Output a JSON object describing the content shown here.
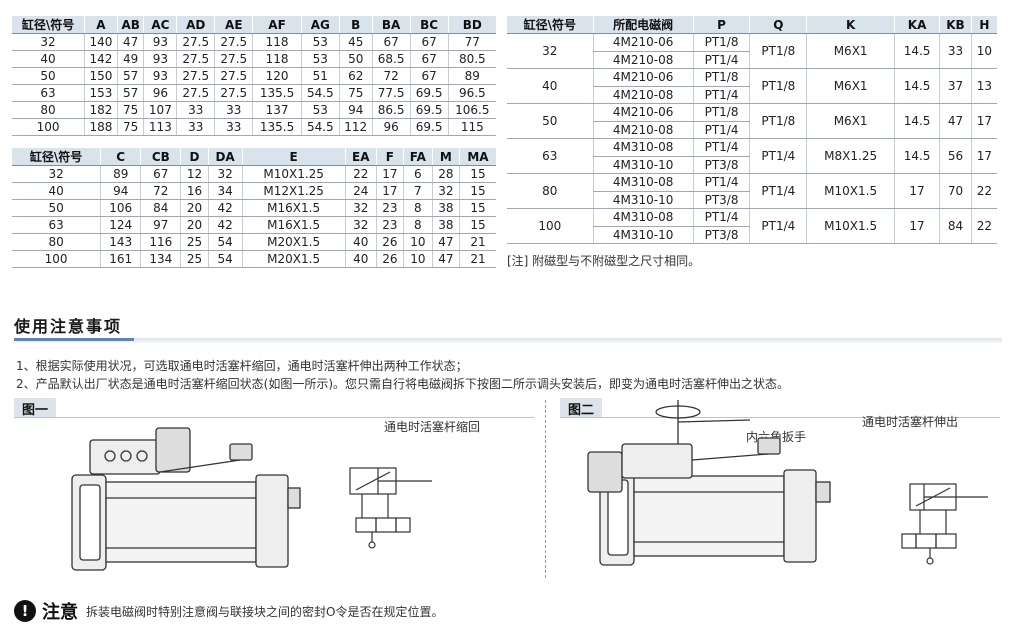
{
  "table1": {
    "headers": [
      "缸径\\符号",
      "A",
      "AB",
      "AC",
      "AD",
      "AE",
      "AF",
      "AG",
      "B",
      "BA",
      "BC",
      "BD"
    ],
    "rows": [
      [
        "32",
        "140",
        "47",
        "93",
        "27.5",
        "27.5",
        "118",
        "53",
        "45",
        "67",
        "67",
        "77"
      ],
      [
        "40",
        "142",
        "49",
        "93",
        "27.5",
        "27.5",
        "118",
        "53",
        "50",
        "68.5",
        "67",
        "80.5"
      ],
      [
        "50",
        "150",
        "57",
        "93",
        "27.5",
        "27.5",
        "120",
        "51",
        "62",
        "72",
        "67",
        "89"
      ],
      [
        "63",
        "153",
        "57",
        "96",
        "27.5",
        "27.5",
        "135.5",
        "54.5",
        "75",
        "77.5",
        "69.5",
        "96.5"
      ],
      [
        "80",
        "182",
        "75",
        "107",
        "33",
        "33",
        "137",
        "53",
        "94",
        "86.5",
        "69.5",
        "106.5"
      ],
      [
        "100",
        "188",
        "75",
        "113",
        "33",
        "33",
        "135.5",
        "54.5",
        "112",
        "96",
        "69.5",
        "115"
      ]
    ]
  },
  "table2": {
    "headers": [
      "缸径\\符号",
      "C",
      "CB",
      "D",
      "DA",
      "E",
      "EA",
      "F",
      "FA",
      "M",
      "MA"
    ],
    "rows": [
      [
        "32",
        "89",
        "67",
        "12",
        "32",
        "M10X1.25",
        "22",
        "17",
        "6",
        "28",
        "15"
      ],
      [
        "40",
        "94",
        "72",
        "16",
        "34",
        "M12X1.25",
        "24",
        "17",
        "7",
        "32",
        "15"
      ],
      [
        "50",
        "106",
        "84",
        "20",
        "42",
        "M16X1.5",
        "32",
        "23",
        "8",
        "38",
        "15"
      ],
      [
        "63",
        "124",
        "97",
        "20",
        "42",
        "M16X1.5",
        "32",
        "23",
        "8",
        "38",
        "15"
      ],
      [
        "80",
        "143",
        "116",
        "25",
        "54",
        "M20X1.5",
        "40",
        "26",
        "10",
        "47",
        "21"
      ],
      [
        "100",
        "161",
        "134",
        "25",
        "54",
        "M20X1.5",
        "40",
        "26",
        "10",
        "47",
        "21"
      ]
    ]
  },
  "table3": {
    "headers": [
      "缸径\\符号",
      "所配电磁阀",
      "P",
      "Q",
      "K",
      "KA",
      "KB",
      "H"
    ],
    "groups": [
      {
        "bore": "32",
        "valves": [
          "4M210-06",
          "4M210-08"
        ],
        "p": [
          "PT1/8",
          "PT1/4"
        ],
        "q": "PT1/8",
        "k": "M6X1",
        "ka": "14.5",
        "kb": "33",
        "h": "10"
      },
      {
        "bore": "40",
        "valves": [
          "4M210-06",
          "4M210-08"
        ],
        "p": [
          "PT1/8",
          "PT1/4"
        ],
        "q": "PT1/8",
        "k": "M6X1",
        "ka": "14.5",
        "kb": "37",
        "h": "13"
      },
      {
        "bore": "50",
        "valves": [
          "4M210-06",
          "4M210-08"
        ],
        "p": [
          "PT1/8",
          "PT1/4"
        ],
        "q": "PT1/8",
        "k": "M6X1",
        "ka": "14.5",
        "kb": "47",
        "h": "17"
      },
      {
        "bore": "63",
        "valves": [
          "4M310-08",
          "4M310-10"
        ],
        "p": [
          "PT1/4",
          "PT3/8"
        ],
        "q": "PT1/4",
        "k": "M8X1.25",
        "ka": "14.5",
        "kb": "56",
        "h": "17"
      },
      {
        "bore": "80",
        "valves": [
          "4M310-08",
          "4M310-10"
        ],
        "p": [
          "PT1/4",
          "PT3/8"
        ],
        "q": "PT1/4",
        "k": "M10X1.5",
        "ka": "17",
        "kb": "70",
        "h": "22"
      },
      {
        "bore": "100",
        "valves": [
          "4M310-08",
          "4M310-10"
        ],
        "p": [
          "PT1/4",
          "PT3/8"
        ],
        "q": "PT1/4",
        "k": "M10X1.5",
        "ka": "17",
        "kb": "84",
        "h": "22"
      }
    ]
  },
  "note": "[注] 附磁型与不附磁型之尺寸相同。",
  "section_title": "使用注意事项",
  "para1": "1、根据实际使用状况，可选取通电时活塞杆缩回，通电时活塞杆伸出两种工作状态；",
  "para2": "2、产品默认出厂状态是通电时活塞杆缩回状态(如图一所示)。您只需自行将电磁阀拆下按图二所示调头安装后，即变为通电时活塞杆伸出之状态。",
  "fig1": {
    "label": "图一",
    "caption": "通电时活塞杆缩回"
  },
  "fig2": {
    "label": "图二",
    "caption": "通电时活塞杆伸出",
    "wrench_label": "内六角扳手"
  },
  "warning": {
    "icon": "!",
    "title": "注意",
    "text": "拆装电磁阀时特别注意阀与联接块之间的密封O令是否在规定位置。"
  },
  "colors": {
    "header_bg": "#d9e3ec",
    "accent": "#5a86b8"
  }
}
